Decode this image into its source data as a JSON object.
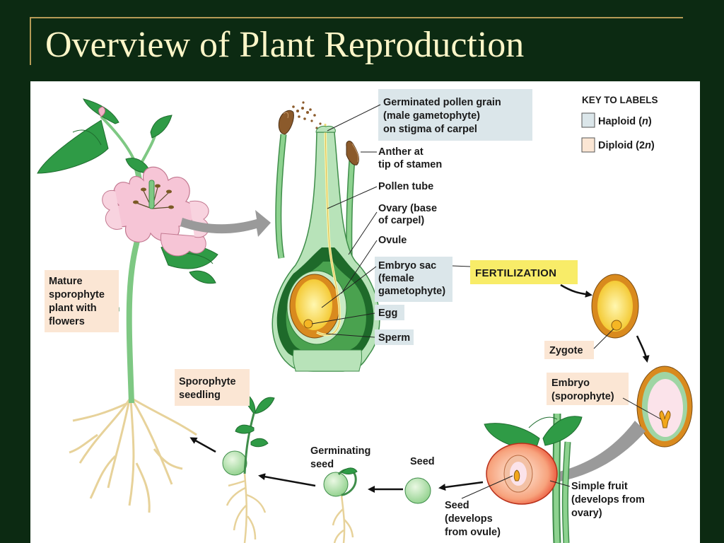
{
  "slide": {
    "title": "Overview of Plant Reproduction"
  },
  "key": {
    "title": "KEY TO LABELS",
    "haploid": [
      "Haploid (",
      "n",
      ")"
    ],
    "diploid": [
      "Diploid (2",
      "n",
      ")"
    ],
    "haploid_color": "#dbe6ea",
    "diploid_color": "#fbe6d4"
  },
  "labels": {
    "pollen_grain": [
      "Germinated pollen grain",
      "(male gametophyte)",
      "on stigma of carpel"
    ],
    "anther": [
      "Anther at",
      "tip of stamen"
    ],
    "pollen_tube": [
      "Pollen tube"
    ],
    "ovary": [
      "Ovary (base",
      "of carpel)"
    ],
    "ovule": [
      "Ovule"
    ],
    "embryo_sac": [
      "Embryo sac",
      "(female",
      "gametophyte)"
    ],
    "egg": [
      "Egg"
    ],
    "sperm": [
      "Sperm"
    ],
    "fertilization": "FERTILIZATION",
    "zygote": [
      "Zygote"
    ],
    "embryo": [
      "Embryo",
      "(sporophyte)"
    ],
    "simple_fruit": [
      "Simple fruit",
      "(develops from",
      "ovary)"
    ],
    "seed_develops": [
      "Seed",
      "(develops",
      "from ovule)"
    ],
    "seed": [
      "Seed"
    ],
    "germinating_seed": [
      "Germinating",
      "seed"
    ],
    "seedling": [
      "Sporophyte",
      "seedling"
    ],
    "mature": [
      "Mature",
      "sporophyte",
      "plant with",
      "flowers"
    ]
  }
}
